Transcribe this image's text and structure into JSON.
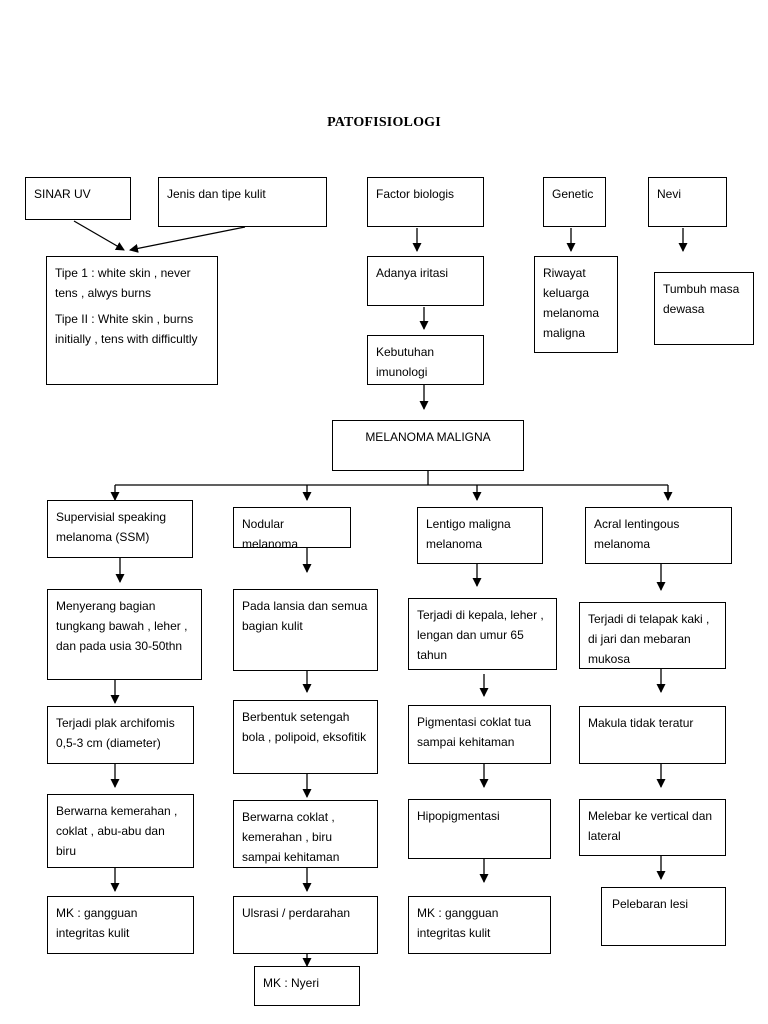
{
  "title": "PATOFISIOLOGI",
  "boxes": {
    "sinar_uv": "SINAR UV",
    "jenis_kulit": "Jenis dan tipe kulit",
    "factor_biologis": "Factor biologis",
    "genetic": "Genetic",
    "nevi": "Nevi",
    "tipe1": "Tipe 1 : white skin , never tens , alwys burns",
    "tipe2": "Tipe II : White skin , burns initially , tens with difficultly",
    "adanya_iritasi": "Adanya iritasi",
    "riwayat": "Riwayat keluarga melanoma maligna",
    "tumbuh": "Tumbuh masa dewasa",
    "kebutuhan": "Kebutuhan imunologi",
    "melanoma": "MELANOMA MALIGNA",
    "ssm": "Supervisial speaking melanoma (SSM)",
    "nodular": "Nodular melanoma",
    "lentigo": "Lentigo maligna melanoma",
    "acral": "Acral lentingous melanoma",
    "ssm_1": "Menyerang bagian tungkang bawah , leher , dan pada usia 30-50thn",
    "ssm_2": "Terjadi plak archifomis 0,5-3 cm (diameter)",
    "ssm_3": "Berwarna kemerahan , coklat , abu-abu dan biru",
    "ssm_4": "MK : gangguan integritas kulit",
    "nod_1": "Pada lansia dan semua bagian kulit",
    "nod_2": "Berbentuk setengah bola , polipoid, eksofitik",
    "nod_3": "Berwarna coklat , kemerahan , biru sampai kehitaman",
    "nod_4": "Ulsrasi / perdarahan",
    "nod_5": "MK : Nyeri",
    "len_1": "Terjadi di kepala, leher , lengan dan umur 65 tahun",
    "len_2": "Pigmentasi coklat tua sampai kehitaman",
    "len_3": "Hipopigmentasi",
    "len_4": "MK : gangguan integritas kulit",
    "acr_1": "Terjadi di telapak kaki , di jari  dan mebaran mukosa",
    "acr_2": "Makula tidak teratur",
    "acr_3": "Melebar ke vertical dan lateral",
    "acr_4": "Pelebaran lesi"
  }
}
